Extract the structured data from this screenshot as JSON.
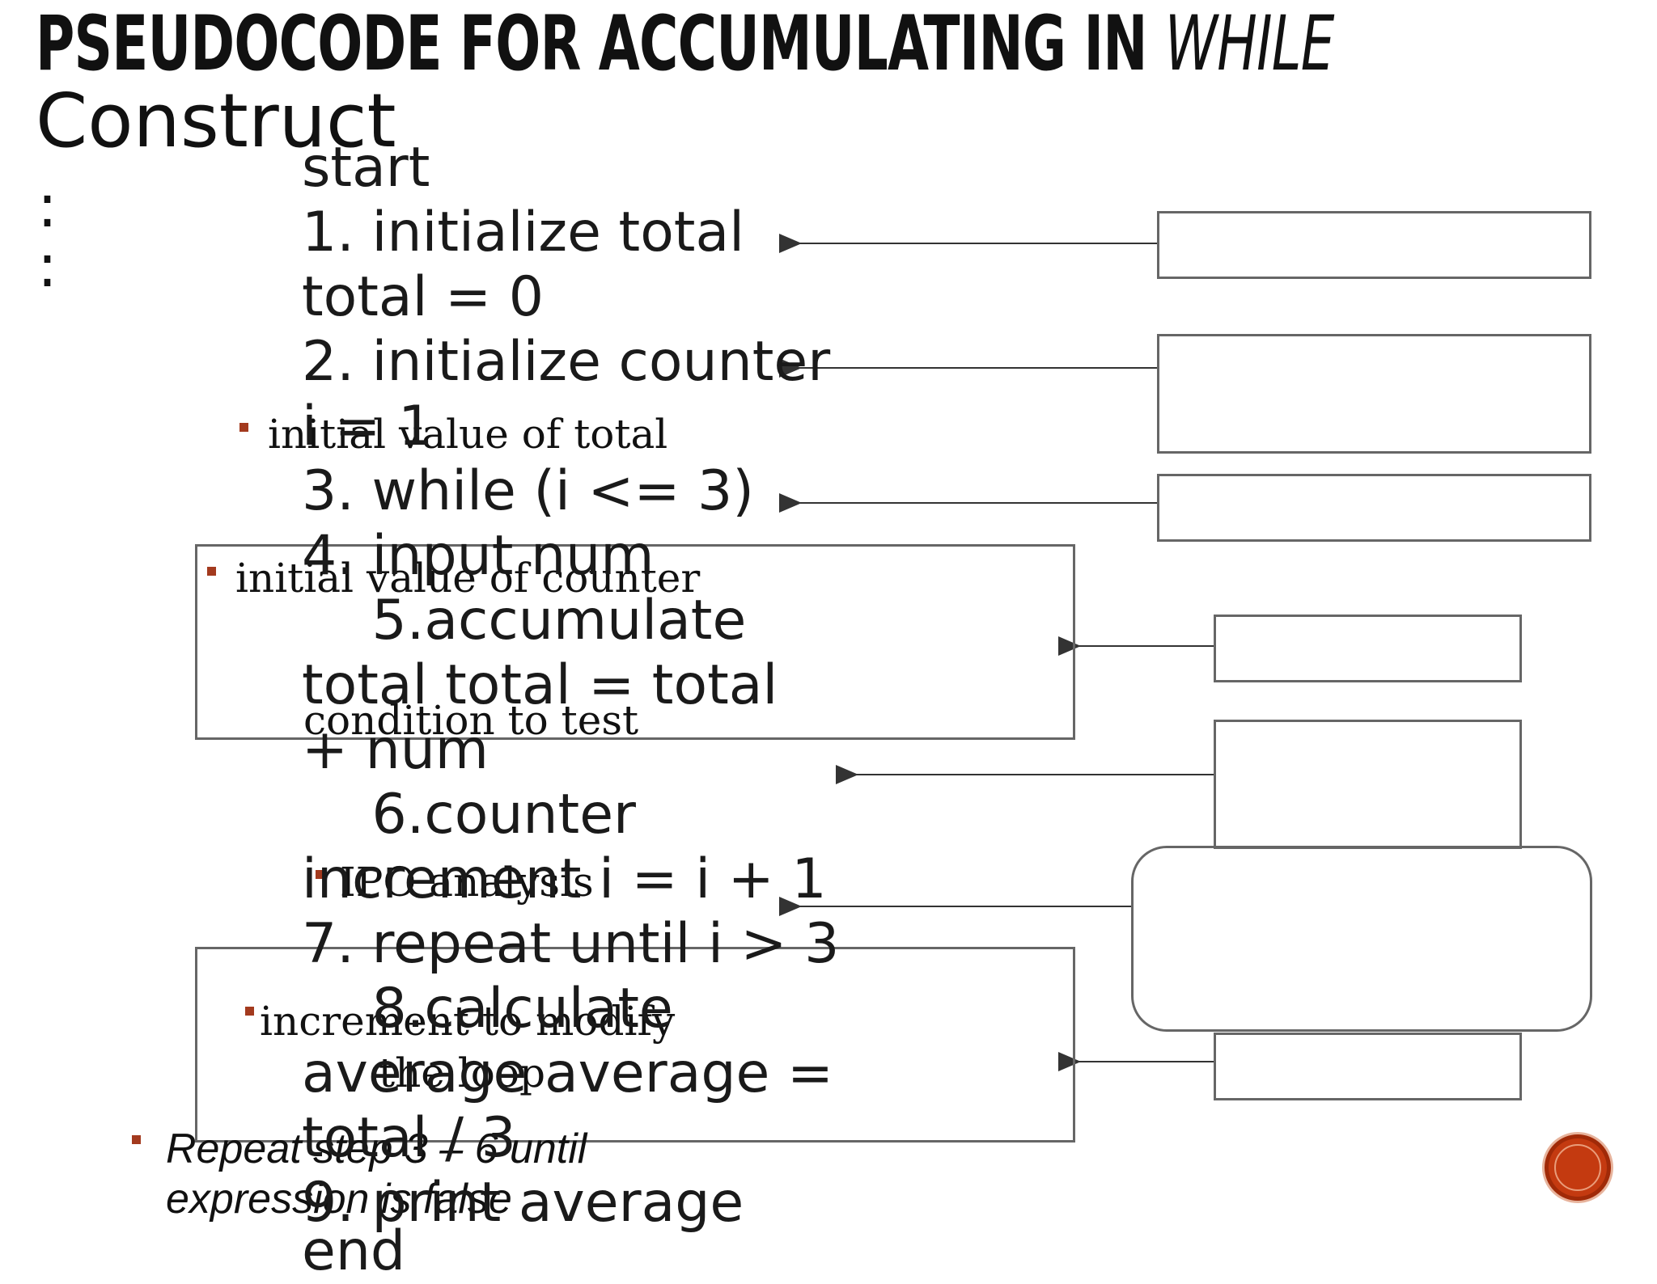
{
  "slide": {
    "title_main": "PSEUDOCODE FOR ACCUMULATING IN ",
    "title_italic": "WHILE",
    "subtitle": "Construct",
    "subtitle_colon": ":"
  },
  "code_lines": [
    "start",
    "1. initialize total",
    "total = 0",
    "2. initialize counter",
    "i = 1",
    "3. while (i <= 3)",
    "4. input num",
    "    5.accumulate",
    "total total = total",
    "+ num",
    "    6.counter",
    "increment i = i + 1",
    "7. repeat until i > 3",
    "    8.calculate",
    "average average =",
    "total / 3",
    "9. print average",
    "end"
  ],
  "callouts": {
    "initial_total": "initial value of total",
    "initial_counter": "initial value of counter",
    "condition": "condition to test",
    "ipo": "IPO analysis",
    "increment_line1": "increment to modify",
    "increment_line2": "the loop",
    "repeat_line1": "Repeat step 3 – 6 until",
    "repeat_line2": "expression is false"
  },
  "colors": {
    "bullet": "#a33a1e",
    "nav_button": "#c43a10"
  },
  "icons": {
    "nav": "circle-button-icon"
  }
}
